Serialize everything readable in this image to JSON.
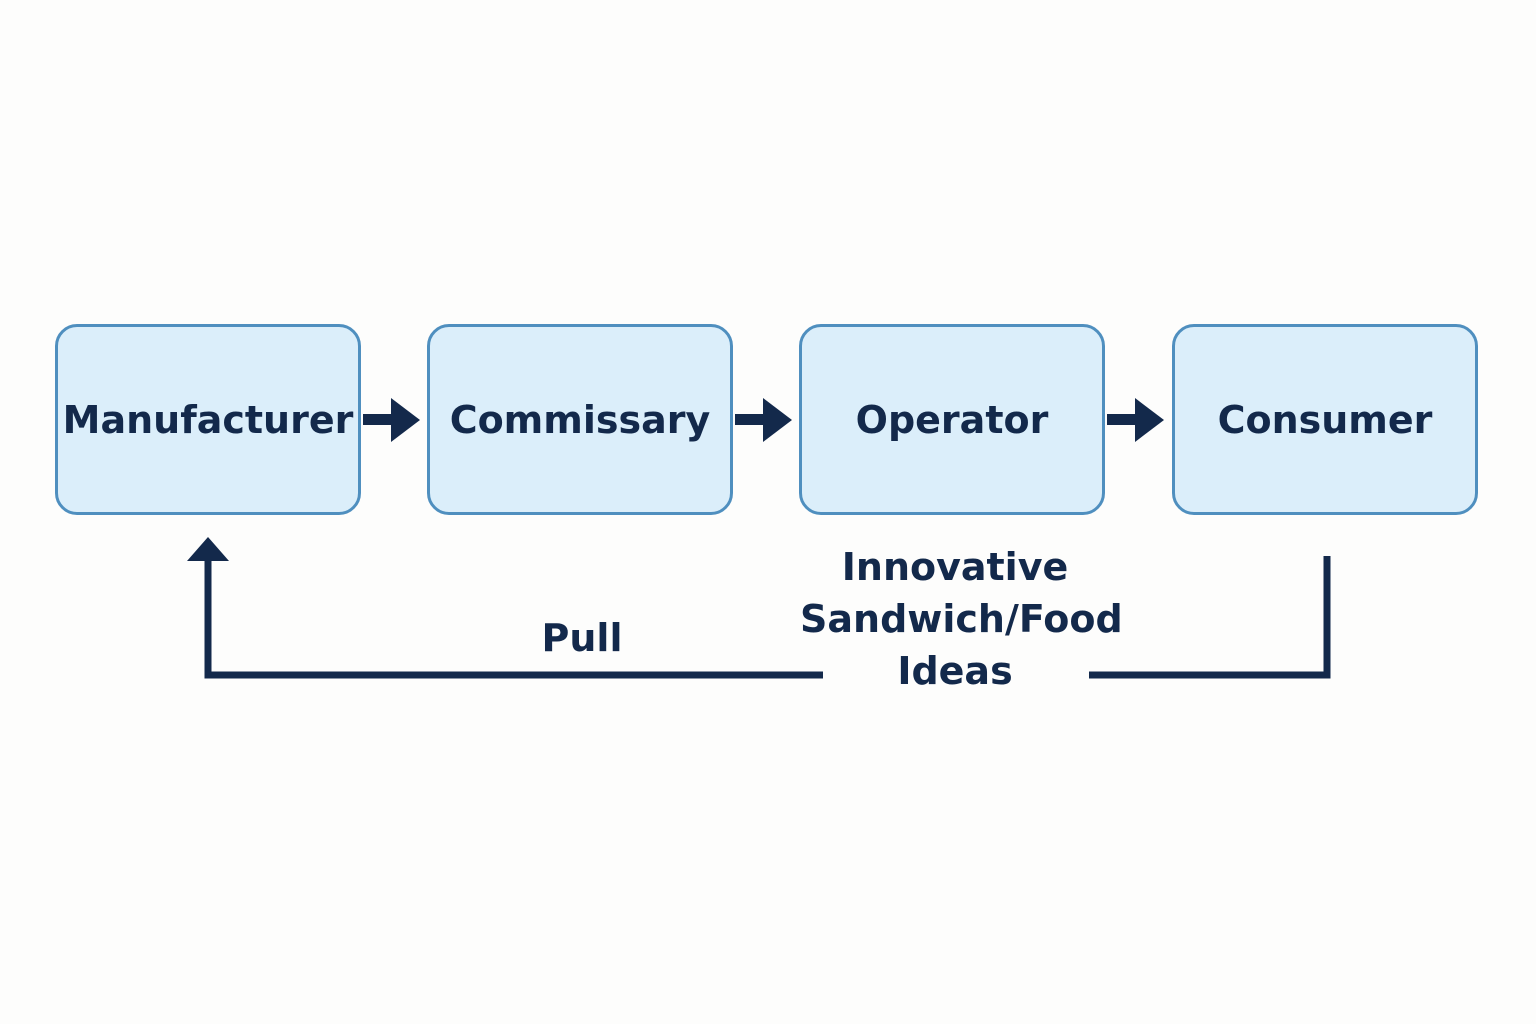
{
  "diagram": {
    "nodes": [
      {
        "id": "manufacturer",
        "label": "Manufacturer"
      },
      {
        "id": "commissary",
        "label": "Commissary"
      },
      {
        "id": "operator",
        "label": "Operator"
      },
      {
        "id": "consumer",
        "label": "Consumer"
      }
    ],
    "feedback_label": "Pull",
    "feedback_note_lines": [
      "Innovative",
      "Sandwich/Food",
      "Ideas"
    ]
  },
  "colors": {
    "node_fill": "#dbeefa",
    "node_border": "#4f8fbf",
    "ink": "#13294b",
    "background": "#fdfdfc"
  }
}
